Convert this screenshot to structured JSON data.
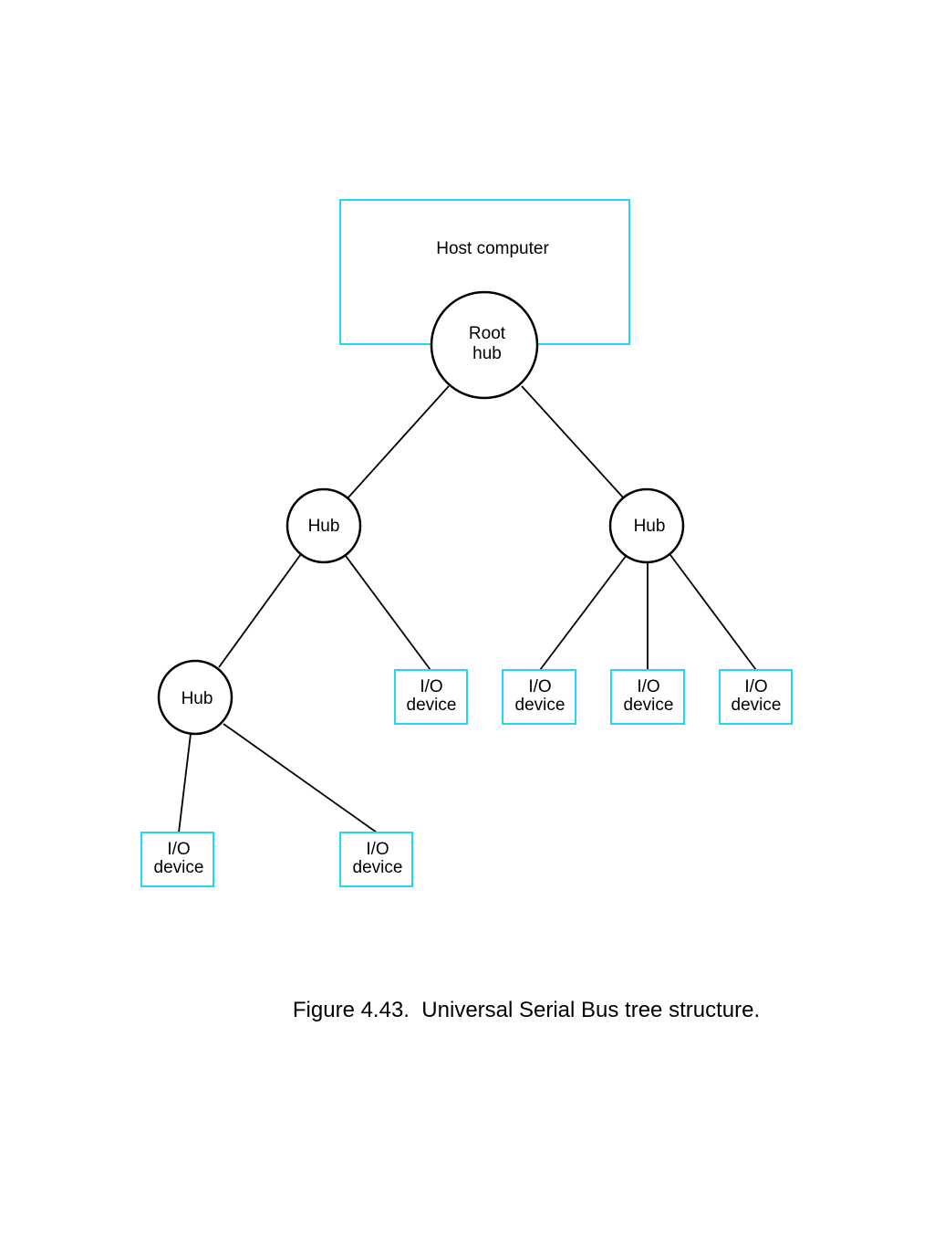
{
  "host": {
    "label": "Host computer"
  },
  "root_hub": {
    "line1": "Root",
    "line2": "hub"
  },
  "hubs": {
    "left": "Hub",
    "right": "Hub",
    "lower_left": "Hub"
  },
  "device": {
    "line1": "I/O",
    "line2": "device"
  },
  "caption": "Figure 4.43.  Universal Serial Bus tree structure."
}
